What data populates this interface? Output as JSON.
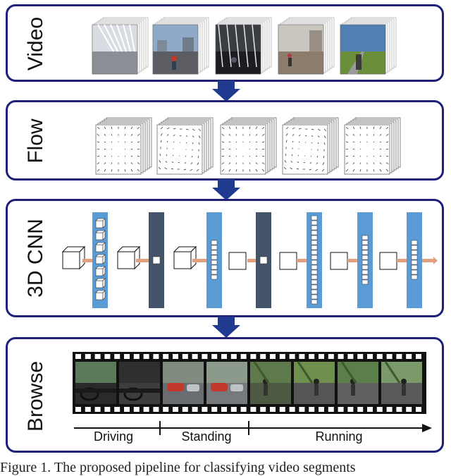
{
  "panels": {
    "video": {
      "label": "Video"
    },
    "flow": {
      "label": "Flow"
    },
    "cnn": {
      "label": "3D CNN"
    },
    "browse": {
      "label": "Browse"
    }
  },
  "video_clips": [
    {
      "scene": "building-facade",
      "sky": "#d9dde3",
      "ground": "#8a8f96"
    },
    {
      "scene": "street-runners",
      "sky": "#8fa9c9",
      "ground": "#5b5d62"
    },
    {
      "scene": "dark-street",
      "sky": "#3a3d42",
      "ground": "#1c1d20"
    },
    {
      "scene": "campus-plaza",
      "sky": "#c9c5bf",
      "ground": "#8b7c6b"
    },
    {
      "scene": "grassy-road",
      "sky": "#4f7fb3",
      "ground": "#6b8e3a"
    }
  ],
  "browse": {
    "segments": [
      {
        "label": "Driving",
        "frames": 2
      },
      {
        "label": "Standing",
        "frames": 2
      },
      {
        "label": "Running",
        "frames": 4
      }
    ]
  },
  "caption": "Figure 1. The proposed pipeline for classifying video segments",
  "colors": {
    "panel_border": "#1f1f7a",
    "down_arrow": "#1f3a8f",
    "cnn_light_bar": "#5b9bd5",
    "cnn_dark_bar": "#44546a",
    "cnn_arrow": "#e3a07f"
  }
}
